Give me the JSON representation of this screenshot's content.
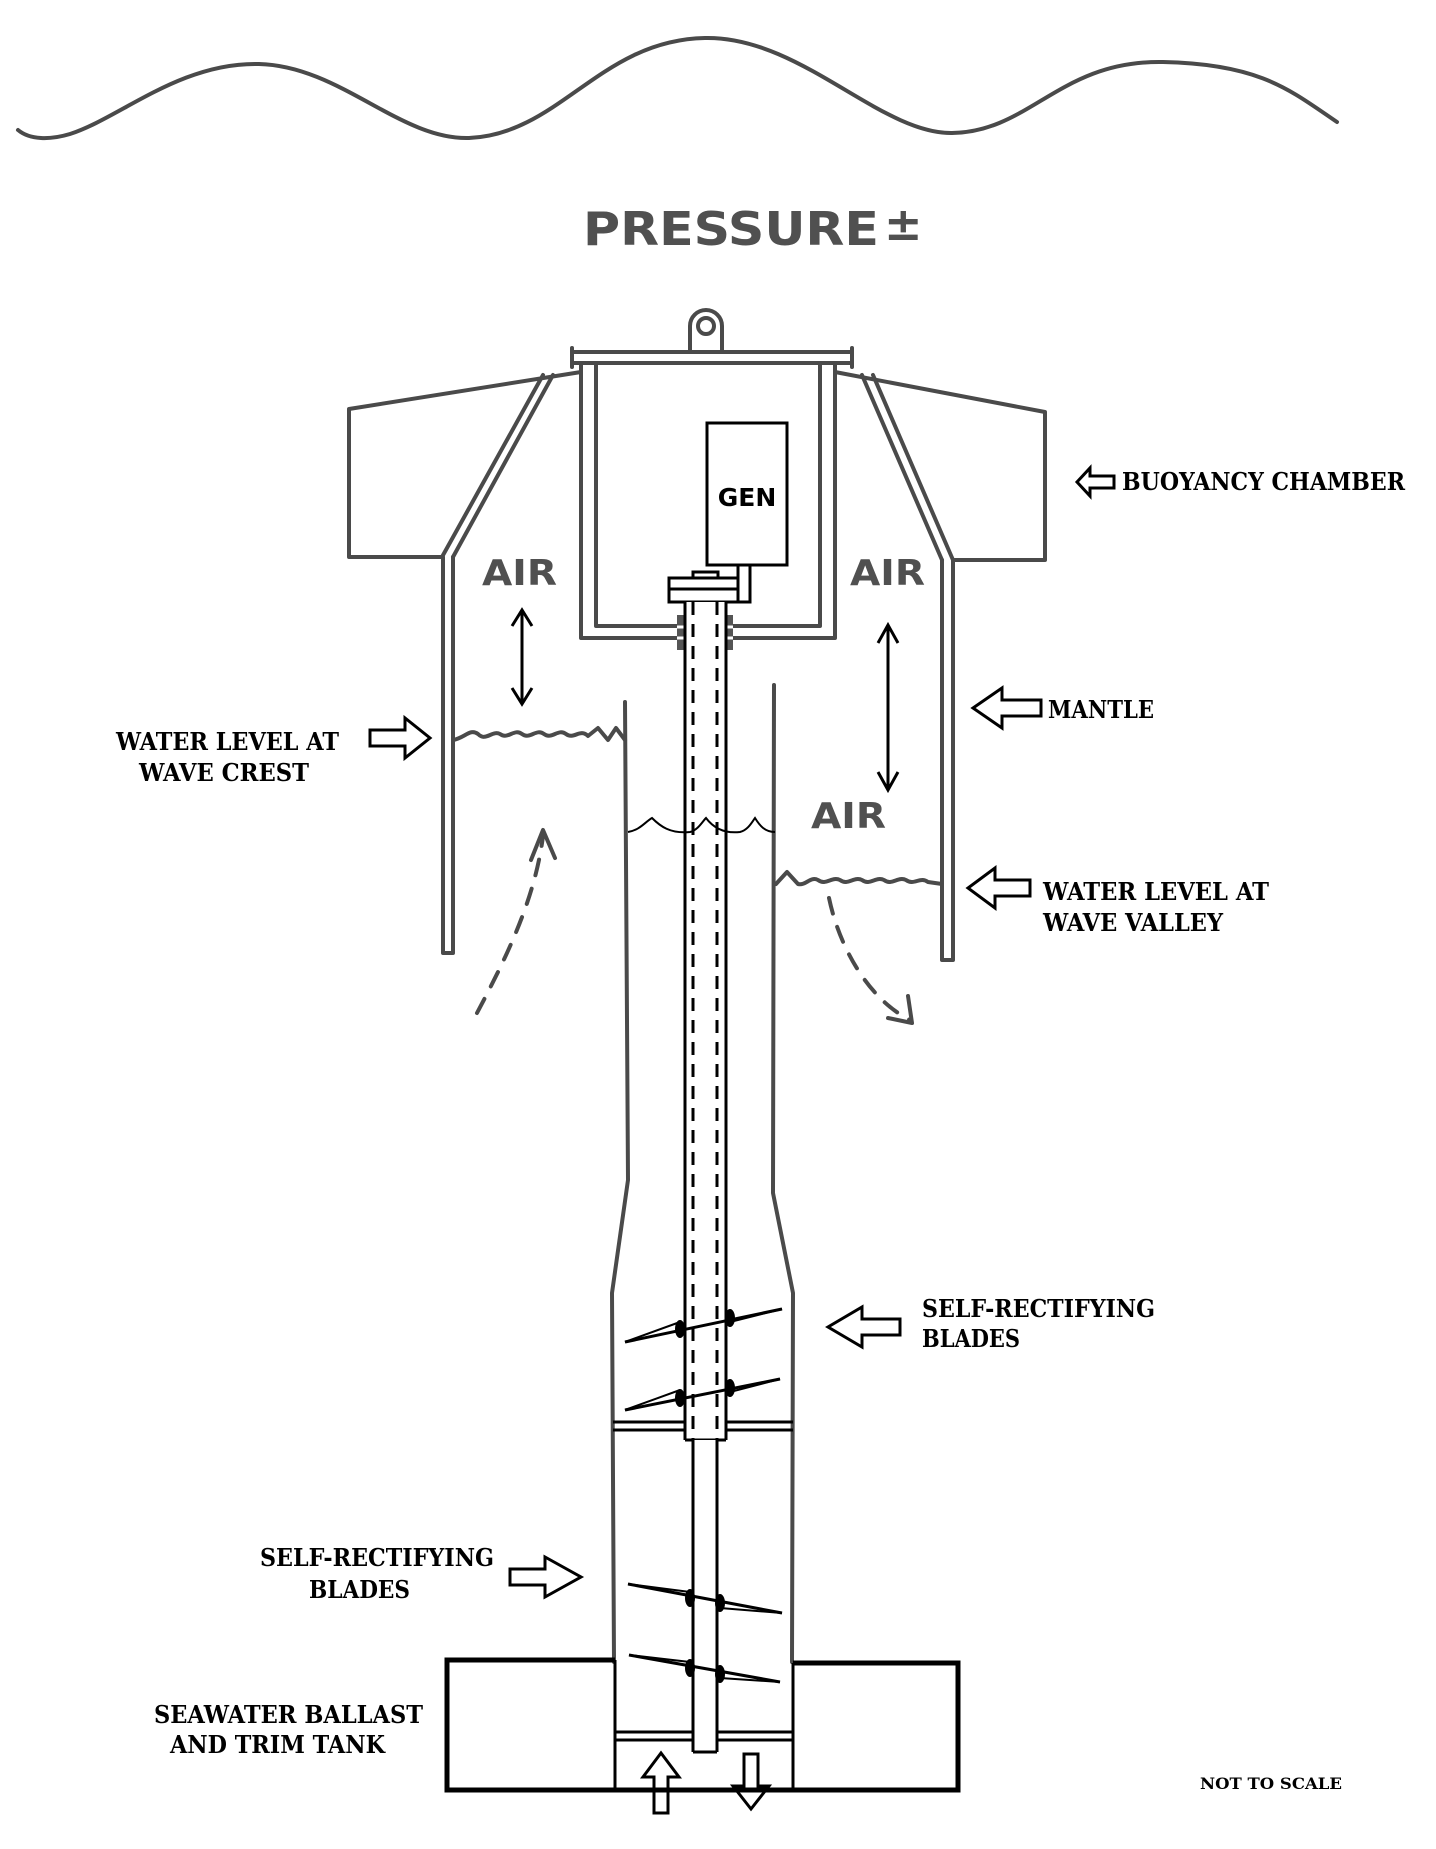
{
  "title": "PRESSURE",
  "title_suffix": "±",
  "labels": {
    "buoyancy_chamber": "BUOYANCY CHAMBER",
    "mantle": "MANTLE",
    "crest_line1": "WATER LEVEL AT",
    "crest_line2": "WAVE CREST",
    "valley_line1": "WATER LEVEL AT",
    "valley_line2": "WAVE VALLEY",
    "upper_blades_line1": "SELF-RECTIFYING",
    "upper_blades_line2": "BLADES",
    "lower_blades_line1": "SELF-RECTIFYING",
    "lower_blades_line2": "BLADES",
    "ballast_line1": "SEAWATER BALLAST",
    "ballast_line2": "AND TRIM TANK",
    "not_to_scale": "NOT TO SCALE"
  },
  "components": {
    "generator": "GEN",
    "air_left": "AIR",
    "air_right_upper": "AIR",
    "air_right_lower": "AIR"
  },
  "colors": {
    "sketch": "#4a4a4a",
    "ink": "#000000",
    "background": "#ffffff"
  }
}
